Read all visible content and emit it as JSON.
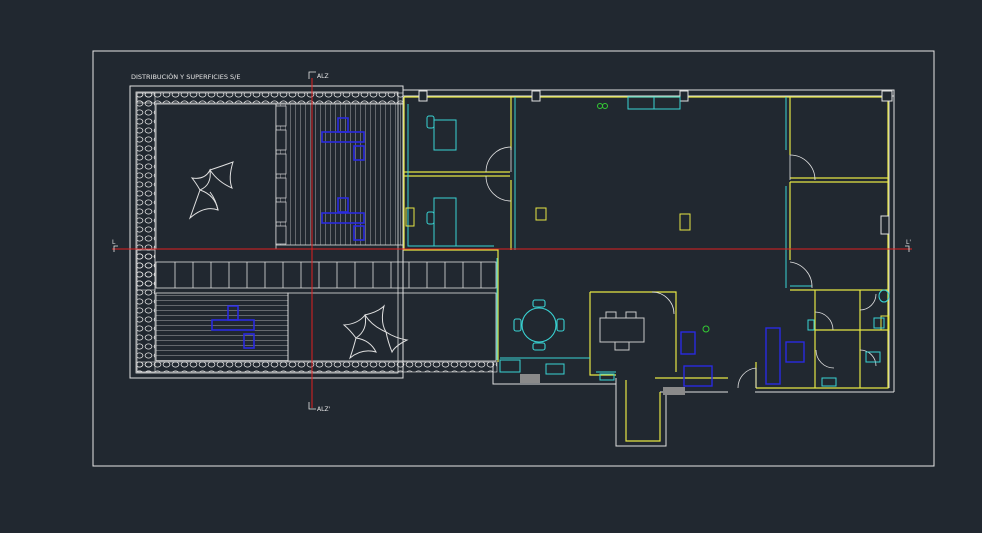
{
  "drawing": {
    "title": "DISTRIBUCIÓN Y SUPERFICIES S/E",
    "section_top_label": "ALZ",
    "section_bottom_label": "ALZ'",
    "section_left_label": "L",
    "section_right_label": "L'"
  },
  "colors": {
    "background": "#212830",
    "frame": "#e6e6e6",
    "walls": "#e0e0e0",
    "yellow": "#e6e644",
    "cyan": "#39d3d3",
    "blue": "#2a2ae0",
    "green": "#33cc33",
    "red": "#e02020",
    "gray_fill": "#8a8a8a"
  },
  "icons": {
    "plant_left": "plant-icon",
    "plant_right": "plant-icon"
  }
}
